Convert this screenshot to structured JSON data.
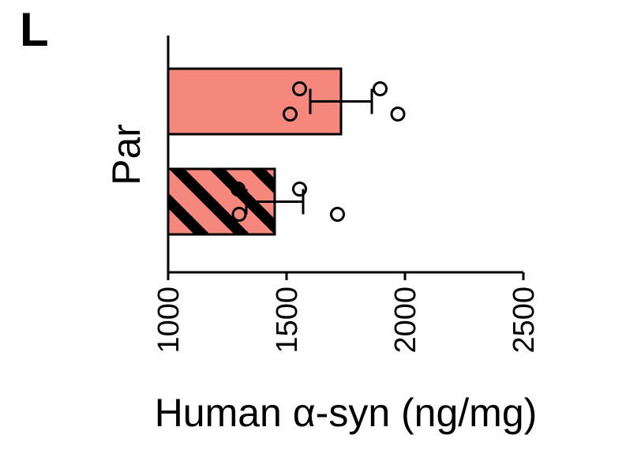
{
  "panel_label": "L",
  "chart_data": {
    "type": "bar",
    "orientation": "horizontal",
    "title": "",
    "xlabel": "Human α-syn (ng/mg)",
    "ylabel": "Par",
    "xlim": [
      1000,
      2500
    ],
    "xticks": [
      "1000",
      "1500",
      "2000",
      "2500"
    ],
    "grid": false,
    "colors": {
      "bar_fill": "#f6877c",
      "hatch": "#000000",
      "points": "#000000"
    },
    "bars": [
      {
        "pattern": "solid",
        "mean": 1730,
        "error": 130,
        "points": [
          1555,
          1515,
          1895,
          1970
        ]
      },
      {
        "pattern": "hatched",
        "mean": 1450,
        "error": 120,
        "points": [
          1295,
          1300,
          1555,
          1715
        ]
      }
    ]
  }
}
